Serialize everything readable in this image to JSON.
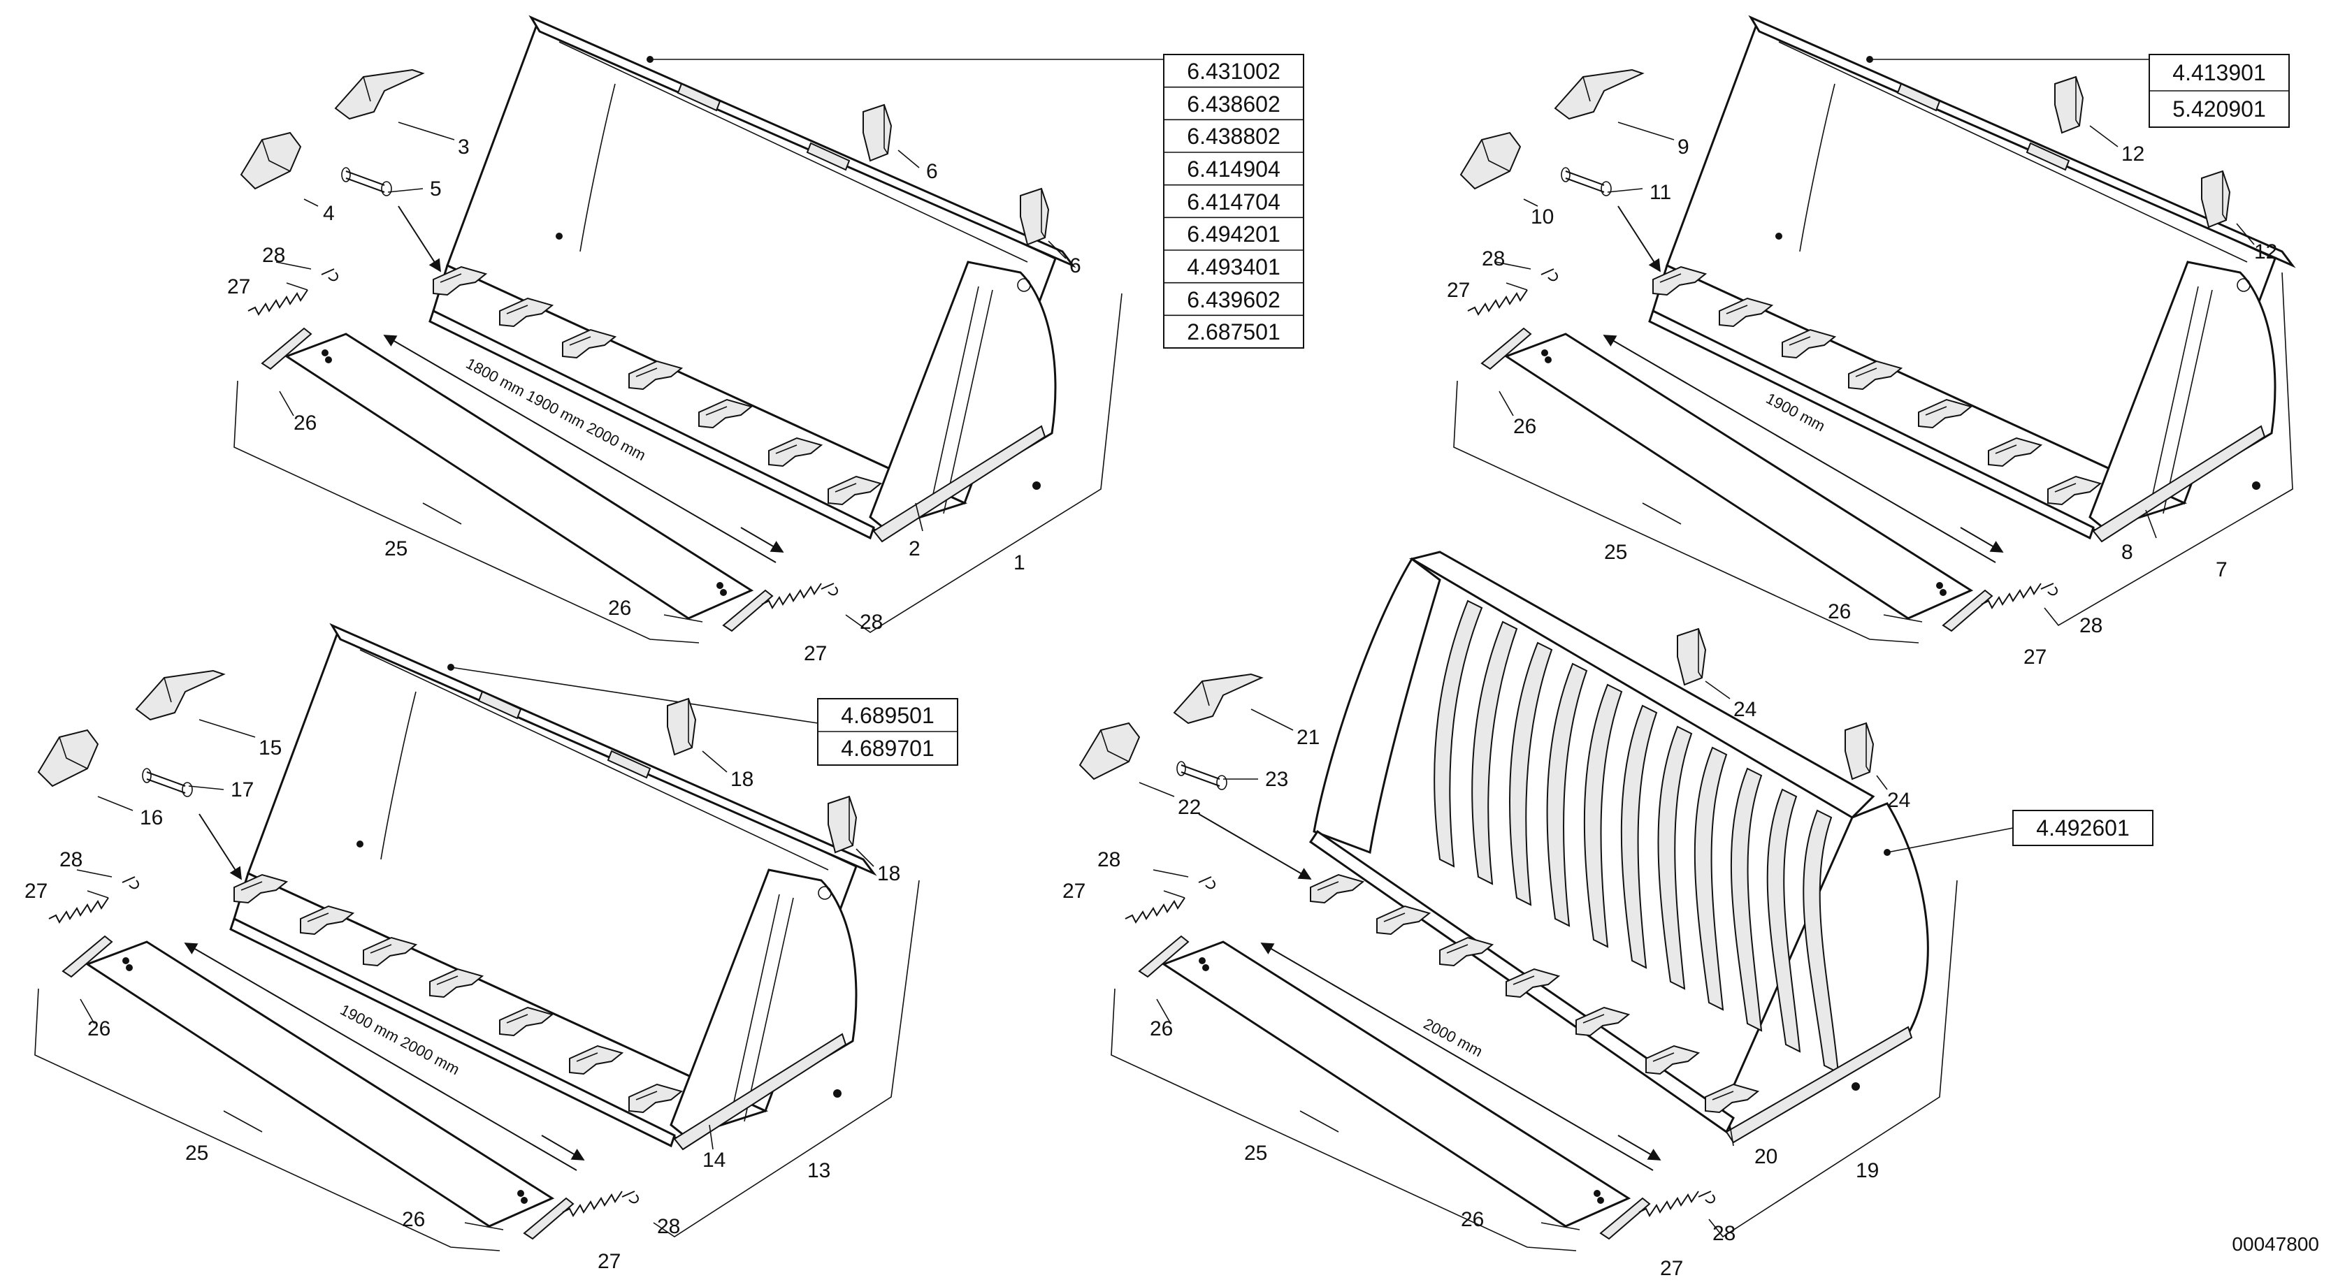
{
  "diagram": {
    "ref_code": "00047800",
    "part_numbers": {
      "top_left": [
        "6.431002",
        "6.438602",
        "6.438802",
        "6.414904",
        "6.414704",
        "6.494201",
        "4.493401",
        "6.439602",
        "2.687501"
      ],
      "top_right": [
        "4.413901",
        "5.420901"
      ],
      "bottom_left": [
        "4.689501",
        "4.689701"
      ],
      "bottom_right": [
        "4.492601"
      ]
    },
    "dimensions": {
      "top_left": "1800 mm 1900 mm  2000 mm",
      "top_right": "1900 mm",
      "bottom_left": "1900 mm  2000 mm",
      "bottom_right": "2000 mm"
    },
    "callouts": {
      "tl": {
        "c1": "1",
        "c2": "2",
        "c3": "3",
        "c4": "4",
        "c5": "5",
        "c6a": "6",
        "c6b": "6",
        "c25": "25",
        "c26a": "26",
        "c26b": "26",
        "c27a": "27",
        "c27b": "27",
        "c28a": "28",
        "c28b": "28"
      },
      "tr": {
        "c7": "7",
        "c8": "8",
        "c9": "9",
        "c10": "10",
        "c11": "11",
        "c12a": "12",
        "c12b": "12",
        "c25": "25",
        "c26a": "26",
        "c26b": "26",
        "c27a": "27",
        "c27b": "27",
        "c28a": "28",
        "c28b": "28"
      },
      "bl": {
        "c13": "13",
        "c14": "14",
        "c15": "15",
        "c16": "16",
        "c17": "17",
        "c18a": "18",
        "c18b": "18",
        "c25": "25",
        "c26a": "26",
        "c26b": "26",
        "c27a": "27",
        "c27b": "27",
        "c28a": "28",
        "c28b": "28"
      },
      "br": {
        "c19": "19",
        "c20": "20",
        "c21": "21",
        "c22": "22",
        "c23": "23",
        "c24a": "24",
        "c24b": "24",
        "c25": "25",
        "c26a": "26",
        "c26b": "26",
        "c27a": "27",
        "c27b": "27",
        "c28a": "28",
        "c28b": "28"
      }
    }
  }
}
